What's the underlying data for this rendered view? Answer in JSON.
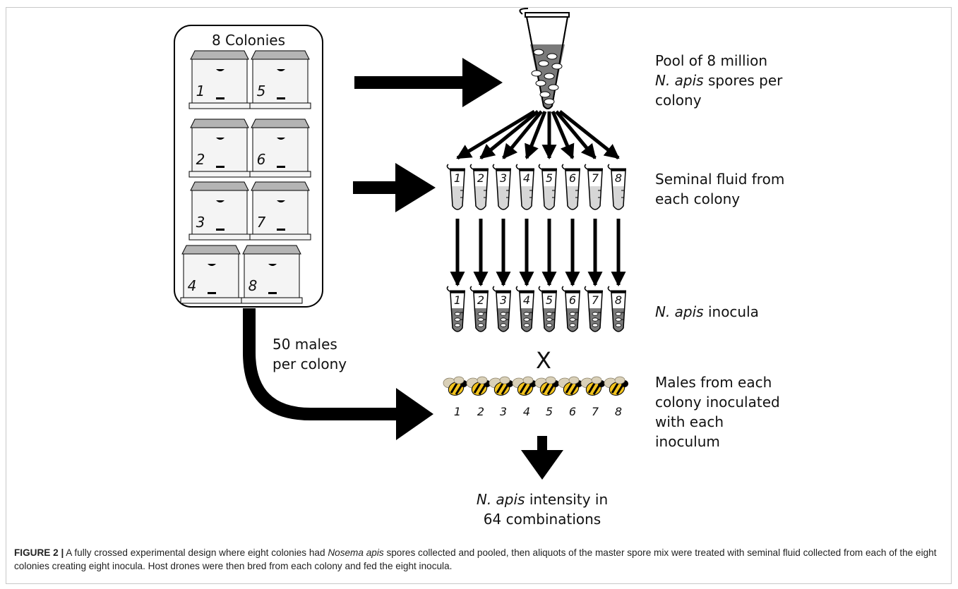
{
  "colonies": {
    "title": "8 Colonies",
    "numbers": [
      "1",
      "2",
      "3",
      "4",
      "5",
      "6",
      "7",
      "8"
    ]
  },
  "pool_label": {
    "line1": "Pool of 8 million",
    "line2_italic": "N. apis",
    "line2_rest": " spores per",
    "line3": "colony"
  },
  "seminal_label": {
    "line1": "Seminal fluid from",
    "line2": "each colony"
  },
  "inocula_label": {
    "italic": "N. apis",
    "rest": " inocula"
  },
  "cross_symbol": "X",
  "males_per_colony": {
    "line1": "50 males",
    "line2": "per colony"
  },
  "males_label": {
    "line1": "Males from each",
    "line2": "colony inoculated",
    "line3": "with each",
    "line4": "inoculum"
  },
  "tube_numbers": [
    "1",
    "2",
    "3",
    "4",
    "5",
    "6",
    "7",
    "8"
  ],
  "bee_numbers": [
    "1",
    "2",
    "3",
    "4",
    "5",
    "6",
    "7",
    "8"
  ],
  "result": {
    "italic": "N. apis",
    "rest": " intensity in",
    "line2": "64 combinations"
  },
  "caption": {
    "label": "FIGURE 2 |",
    "text1": " A fully crossed experimental design where eight colonies had ",
    "italic": "Nosema apis",
    "text2": " spores collected and pooled, then aliquots of the master spore mix were treated with seminal fluid collected from each of the eight colonies creating eight inocula. Host drones were then bred from each colony and fed the eight inocula."
  },
  "colors": {
    "hive_top": "#b4b4b4",
    "hive_body": "#f4f4f4",
    "spore_fill": "#7a7a7a",
    "fluid_fill": "#d6d6d6",
    "bee_yellow": "#f2c31c",
    "bee_wing": "#d9d0b8",
    "arrow": "#000000"
  }
}
